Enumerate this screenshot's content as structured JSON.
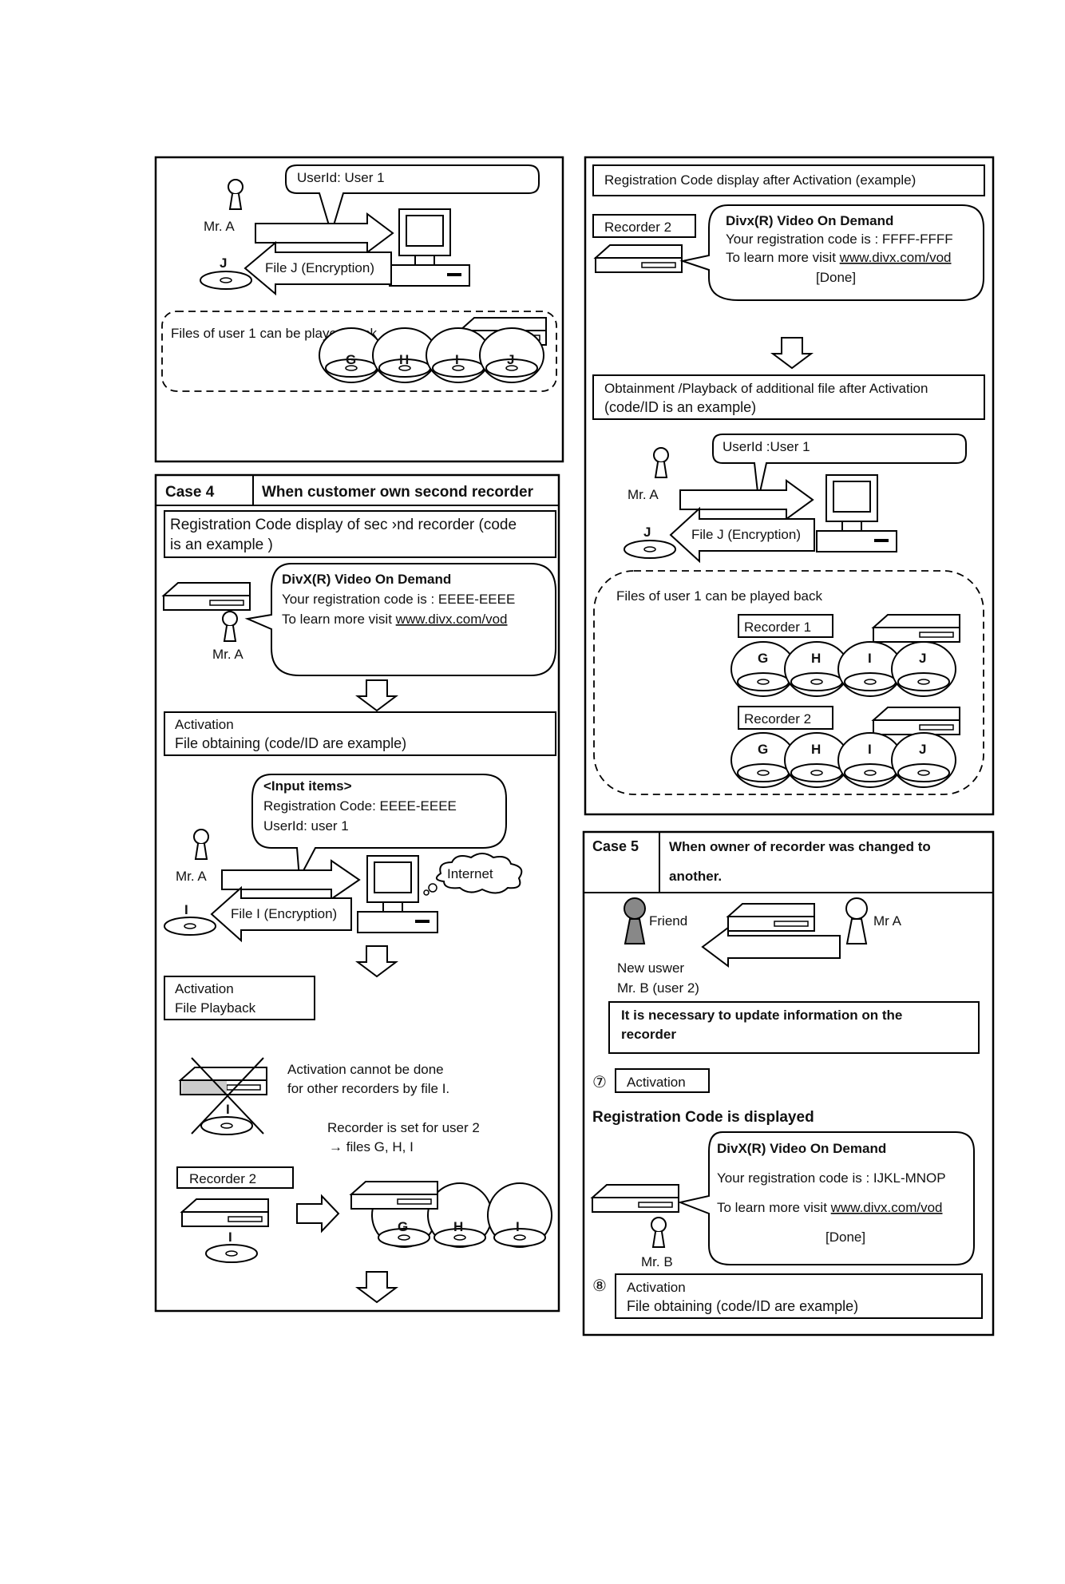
{
  "top_left": {
    "bubble": "UserId: User 1",
    "person": "Mr. A",
    "disc_label": "J",
    "file_arrow": "File J (Encryption)",
    "zone_text": "Files of user 1 can be played back",
    "discs": [
      "G",
      "H",
      "I",
      "J"
    ]
  },
  "case4": {
    "label": "Case 4",
    "title": "When customer own second recorder",
    "reg_box": [
      "Registration  Code display of sec ›nd recorder (code",
      "is an example )"
    ],
    "bubble1": {
      "title": "DivX(R) Video On Demand",
      "line1": "Your registration code is : EEEE-EEEE",
      "line2_prefix": "To learn more visit ",
      "link": "www.divx.com/vod"
    },
    "person": "Mr. A",
    "act_box1": [
      "Activation",
      "File obtaining (code/ID are example)"
    ],
    "bubble2": {
      "title": "<Input items>",
      "line1": "Registration Code: EEEE-EEEE",
      "line2": "UserId: user 1"
    },
    "person2": "Mr. A",
    "cloud": "Internet",
    "disc_label": "I",
    "file_arrow": "File I (Encryption)",
    "act_box2": [
      "Activation",
      "File Playback"
    ],
    "cannot_text": [
      "Activation  cannot  be  done",
      "for other recorders by file I."
    ],
    "crossed_disc": "I",
    "recorder_set": [
      "Recorder is set for user 2",
      "→ files G, H, I"
    ],
    "recorder2": "Recorder 2",
    "disc_bottom": "I",
    "result_discs": [
      "G",
      "H",
      "I"
    ]
  },
  "right_top": {
    "header": "Registration Code display after Activation (example)",
    "recorder_label": "Recorder 2",
    "bubble": {
      "title": "Divx(R) Video On Demand",
      "line1": "Your registration code is : FFFF-FFFF",
      "line2_prefix": "To learn more visit ",
      "link": "www.divx.com/vod",
      "done": "[Done]"
    },
    "obtain_box": [
      "Obtainment  /Playback  of  additional  file  after  Activation",
      "(code/ID is an example)"
    ],
    "bubble2": "UserId :User 1",
    "person": "Mr. A",
    "disc_label": "J",
    "file_arrow": "File J (Encryption)",
    "zone_text": "Files of user 1 can be played back",
    "recorder1": "Recorder 1",
    "recorder2": "Recorder 2",
    "discs1": [
      "G",
      "H",
      "I",
      "J"
    ],
    "discs2": [
      "G",
      "H",
      "I",
      "J"
    ]
  },
  "case5": {
    "label": "Case 5",
    "title": [
      "When  owner  of  recorder  was  changed  to",
      "another."
    ],
    "friend": "Friend",
    "mr_a": "Mr A",
    "new_user": [
      "New uswer",
      "Mr. B (user 2)"
    ],
    "update_box": [
      "It  is  necessary  to  update  information  on  the",
      "recorder"
    ],
    "step7_num": "⑦",
    "step7": "Activation",
    "reg_displayed": "Registration Code is displayed",
    "bubble": {
      "title": "DivX(R) Video On Demand",
      "line1": "Your registration code is : IJKL-MNOP",
      "line2_prefix": "To learn more visit ",
      "link": "www.divx.com/vod",
      "done": "[Done]"
    },
    "person": "Mr. B",
    "step8_num": "⑧",
    "step8": [
      "Activation",
      "File obtaining (code/ID are example)"
    ]
  }
}
